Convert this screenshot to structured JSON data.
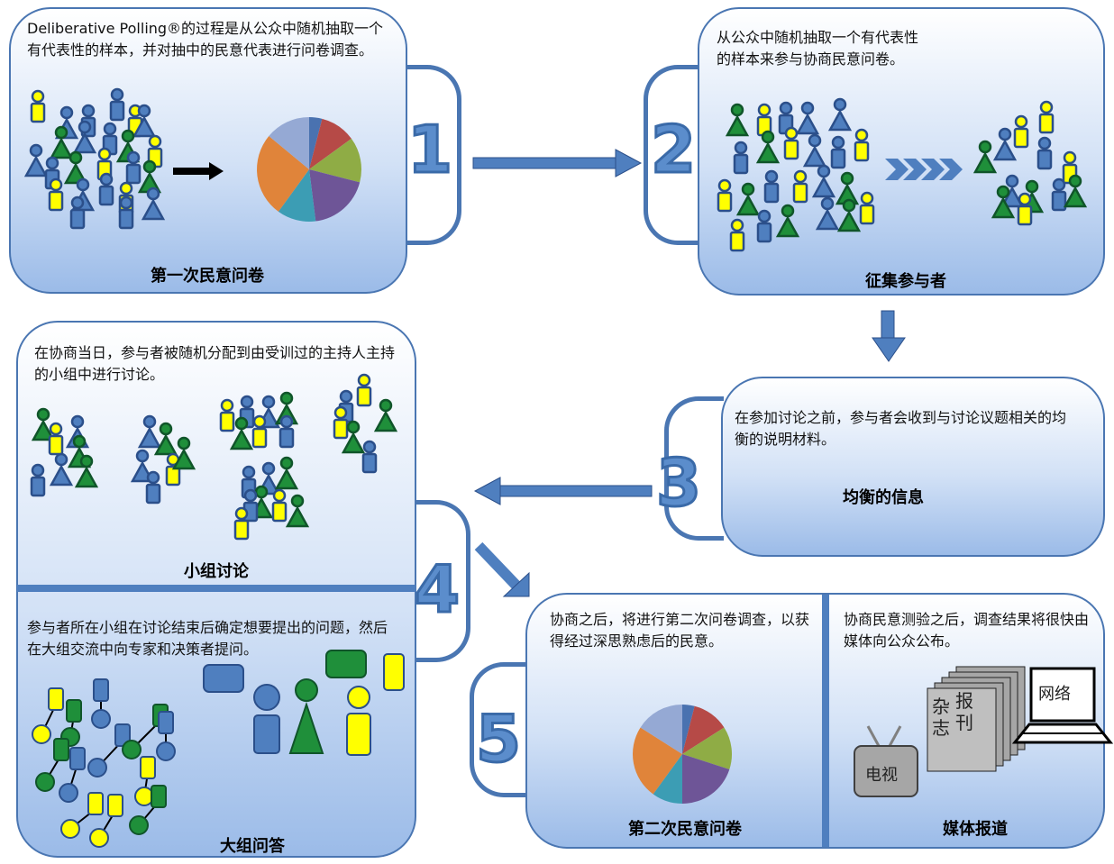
{
  "step1": {
    "text": "Deliberative Polling®的过程是从公众中随机抽取一个有代表性的样本，并对抽中的民意代表进行问卷调查。",
    "caption": "第一次民意问卷",
    "number": "1"
  },
  "step2": {
    "text": "从公众中随机抽取一个有代表性的样本来参与协商民意问卷。",
    "caption": "征集参与者",
    "number": "2"
  },
  "step3": {
    "text": "在参加讨论之前，参与者会收到与讨论议题相关的均衡的说明材料。",
    "caption": "均衡的信息",
    "number": "3"
  },
  "step4": {
    "text_small": "在协商当日，参与者被随机分配到由受训过的主持人主持的小组中进行讨论。",
    "caption_small": "小组讨论",
    "text_large": "参与者所在小组在讨论结束后确定想要提出的问题，然后在大组交流中向专家和决策者提问。",
    "caption_large": "大组问答",
    "number": "4"
  },
  "step5": {
    "text_survey": "协商之后，将进行第二次问卷调查，以获得经过深思熟虑后的民意。",
    "caption_survey": "第二次民意问卷",
    "text_media": "协商民意测验之后，调查结果将很快由媒体向公众公布。",
    "caption_media": "媒体报道",
    "number": "5",
    "media_labels": {
      "tv": "电视",
      "magazine": "杂志",
      "newspaper": "报刊",
      "internet": "网络"
    }
  },
  "colors": {
    "blue": "#4f7fbf",
    "green": "#1f8f3a",
    "yellow": "#ffff00",
    "navy": "#2b4f8a",
    "pie": [
      "#4a72b0",
      "#b64a47",
      "#8fac45",
      "#6e5597",
      "#3c9db4",
      "#e0843a",
      "#95a9d4"
    ]
  }
}
